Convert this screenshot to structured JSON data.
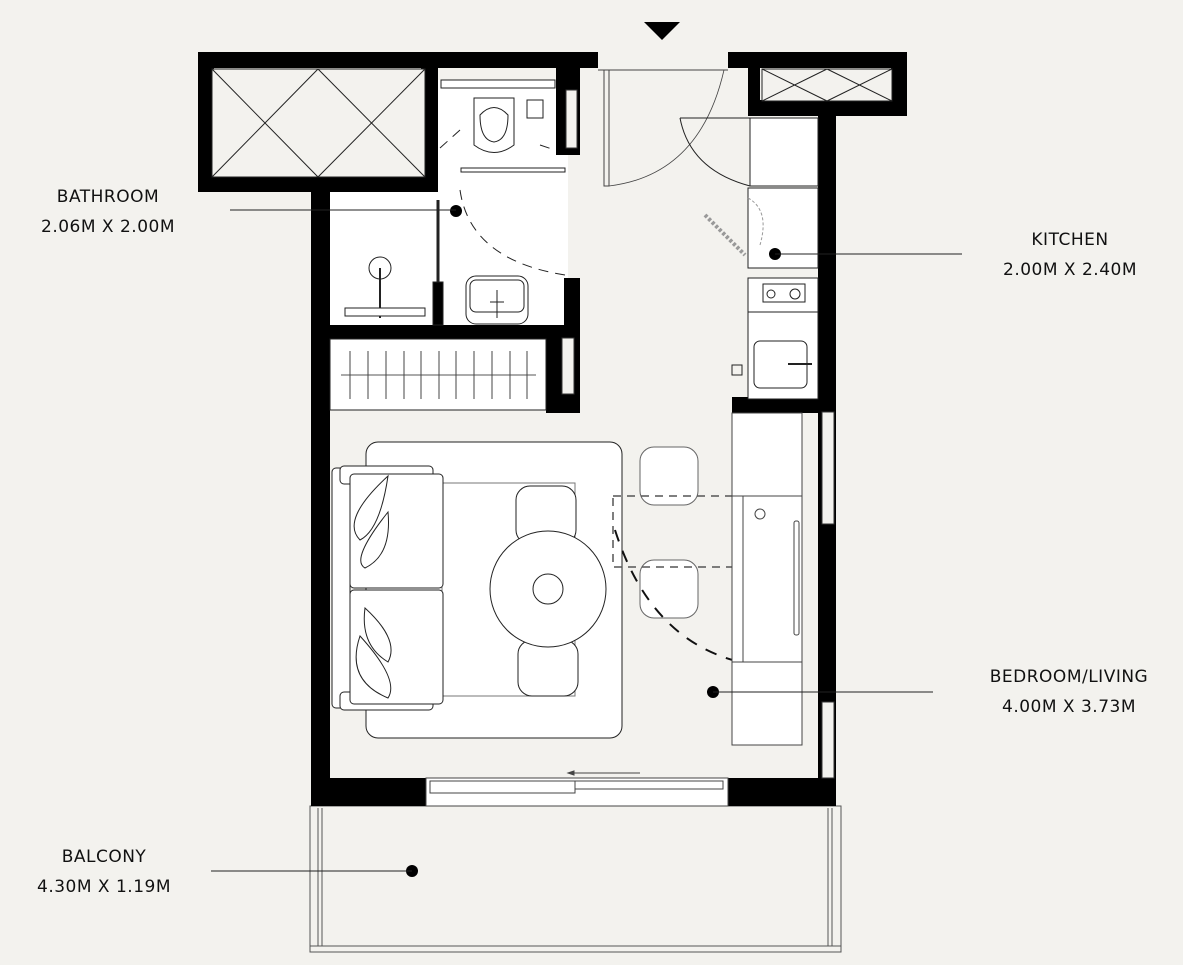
{
  "plan": {
    "entrance_marker": "entrance-arrow",
    "background_color": "#f3f2ee",
    "wall_color": "#000000",
    "rooms": [
      {
        "id": "bathroom",
        "name": "BATHROOM",
        "size": "2.06M X 2.00M"
      },
      {
        "id": "kitchen",
        "name": "KITCHEN",
        "size": "2.00M X 2.40M"
      },
      {
        "id": "bedroom_living",
        "name": "BEDROOM/LIVING",
        "size": "4.00M X 3.73M"
      },
      {
        "id": "balcony",
        "name": "BALCONY",
        "size": "4.30M X 1.19M"
      }
    ]
  }
}
